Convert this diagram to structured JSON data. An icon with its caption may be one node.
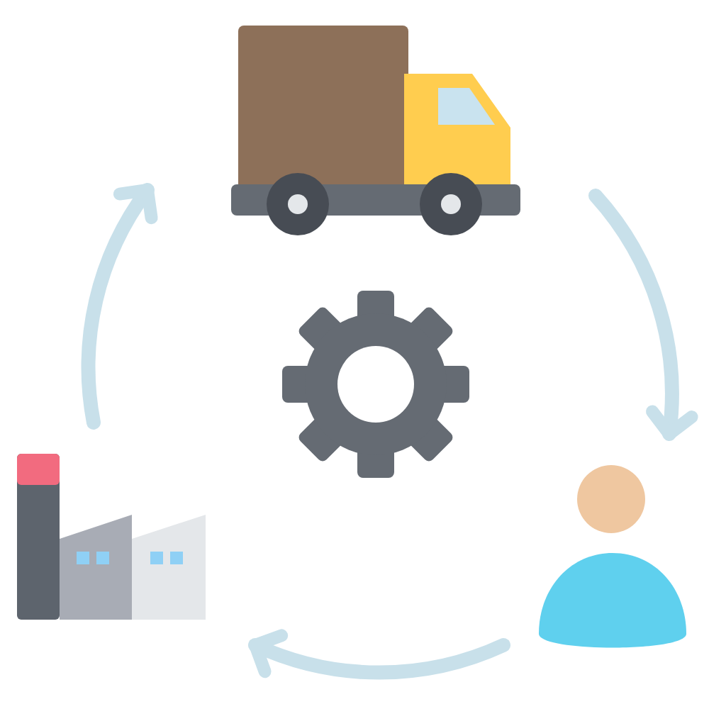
{
  "diagram": {
    "nodes": [
      {
        "text": [],
        "shape": "picture"
      },
      {
        "text": [],
        "shape": "person"
      },
      {
        "text": [],
        "shape": "picture"
      }
    ],
    "edges": [
      {
        "from": 0,
        "to": 1,
        "arrow": "to"
      },
      {
        "from": 1,
        "to": 2,
        "arrow": "to"
      },
      {
        "from": 2,
        "to": 0,
        "arrow": "to"
      }
    ]
  }
}
